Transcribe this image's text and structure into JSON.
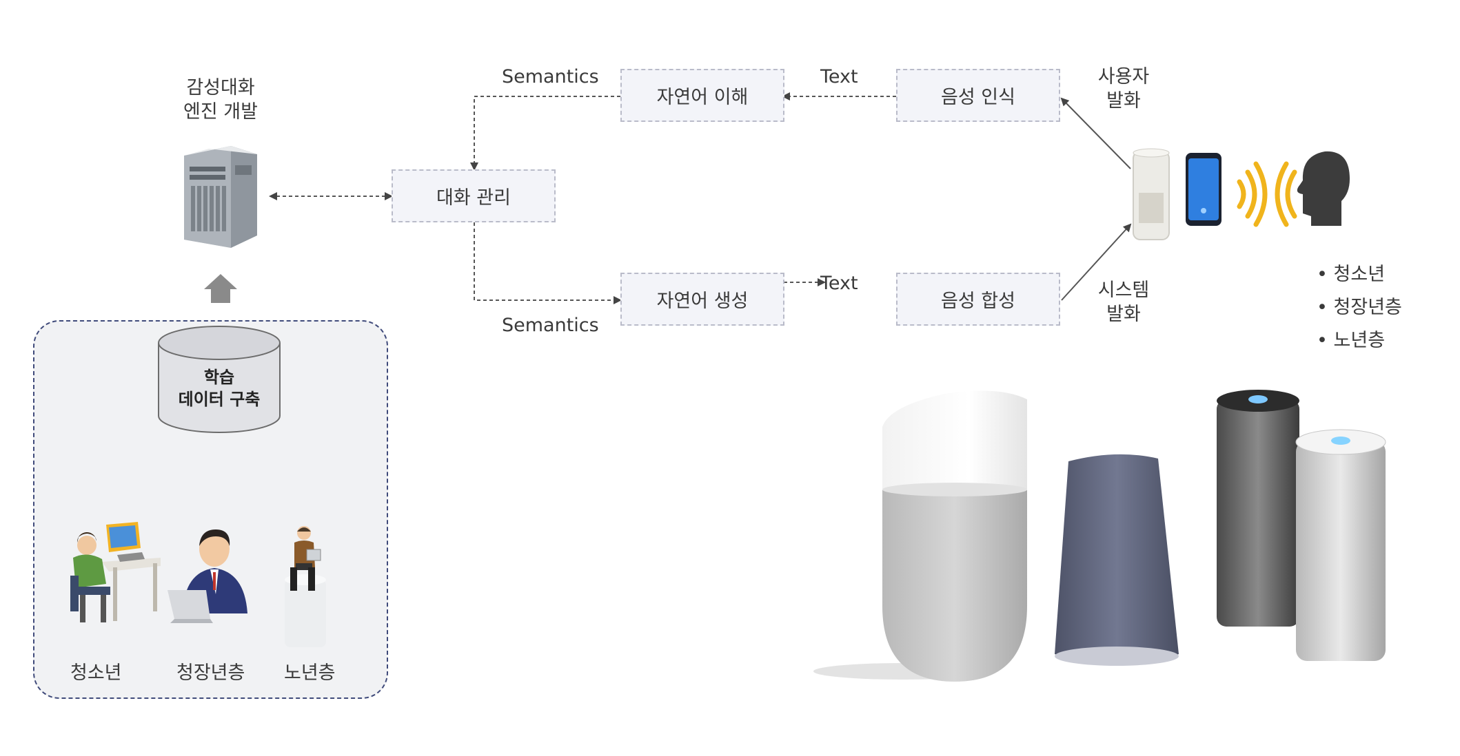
{
  "engine": {
    "line1": "감성대화",
    "line2": "엔진 개발"
  },
  "db": {
    "line1": "학습",
    "line2": "데이터 구축"
  },
  "people": [
    "청소년",
    "청장년층",
    "노년층"
  ],
  "boxes": {
    "dialog": "대화 관리",
    "nlu": "자연어 이해",
    "nlg": "자연어 생성",
    "asr": "음성 인식",
    "tts": "음성 합성"
  },
  "labels": {
    "semantics_top": "Semantics",
    "semantics_bottom": "Semantics",
    "text_top": "Text",
    "text_bottom": "Text",
    "user_utterance_1": "사용자",
    "user_utterance_2": "발화",
    "system_utterance_1": "시스템",
    "system_utterance_2": "발화"
  },
  "user_groups": [
    "청소년",
    "청장년층",
    "노년층"
  ]
}
